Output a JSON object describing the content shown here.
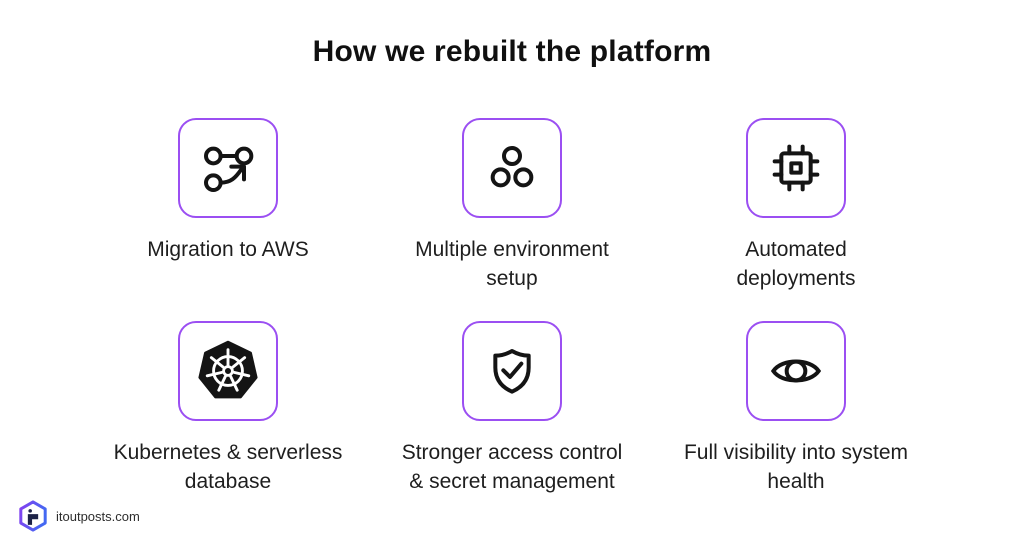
{
  "page": {
    "title": "How we rebuilt the platform"
  },
  "features": [
    {
      "name": "migration-aws",
      "icon": "migration-icon",
      "label": "Migration to AWS"
    },
    {
      "name": "multiple-environments",
      "icon": "environments-icon",
      "label": "Multiple environment\nsetup"
    },
    {
      "name": "automated-deployments",
      "icon": "cpu-icon",
      "label": "Automated\ndeployments"
    },
    {
      "name": "kubernetes-serverless-db",
      "icon": "kubernetes-icon",
      "label": "Kubernetes & serverless\ndatabase"
    },
    {
      "name": "access-control",
      "icon": "shield-check-icon",
      "label": "Stronger access control\n& secret management"
    },
    {
      "name": "system-visibility",
      "icon": "eye-icon",
      "label": "Full visibility into system\nhealth"
    }
  ],
  "footer": {
    "site": "itoutposts.com",
    "logo": "itoutposts-logo"
  },
  "colors": {
    "card_border": "#9B4FF2",
    "icon_stroke": "#141414",
    "title_text": "#101010",
    "label_text": "#1e1e1e",
    "footer_text": "#2e2e2e",
    "logo_gradient_start": "#8440F0",
    "logo_gradient_end": "#4468F2",
    "logo_glyph": "#1c2247"
  }
}
